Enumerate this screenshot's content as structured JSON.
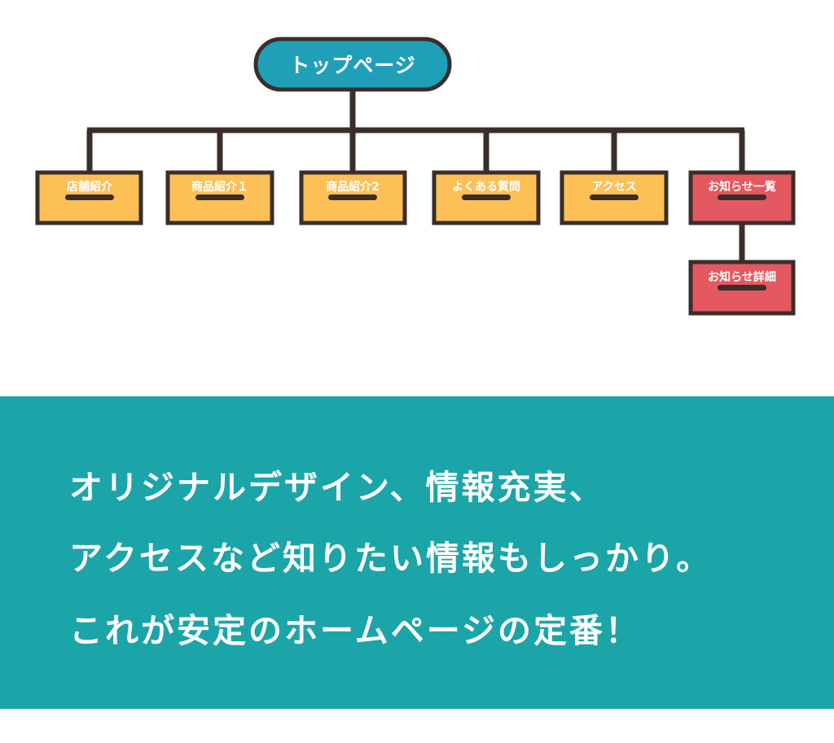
{
  "diagram": {
    "root": {
      "label": "トップページ",
      "color": "#1fa0b8"
    },
    "children": [
      {
        "label": "店舗紹介",
        "color": "#fcc057"
      },
      {
        "label": "商品紹介１",
        "color": "#fcc057"
      },
      {
        "label": "商品紹介2",
        "color": "#fcc057"
      },
      {
        "label": "よくある質問",
        "color": "#fcc057"
      },
      {
        "label": "アクセス",
        "color": "#fcc057"
      },
      {
        "label": "お知らせ一覧",
        "color": "#e4585f",
        "children": [
          {
            "label": "お知らせ詳細",
            "color": "#e4585f"
          }
        ]
      }
    ],
    "line_color": "#3a2e2a"
  },
  "banner": {
    "background": "#1ba5a8",
    "lines": [
      "オリジナルデザイン、情報充実、",
      "アクセスなど知りたい情報もしっかり。",
      "これが安定のホームページの定番！"
    ]
  }
}
